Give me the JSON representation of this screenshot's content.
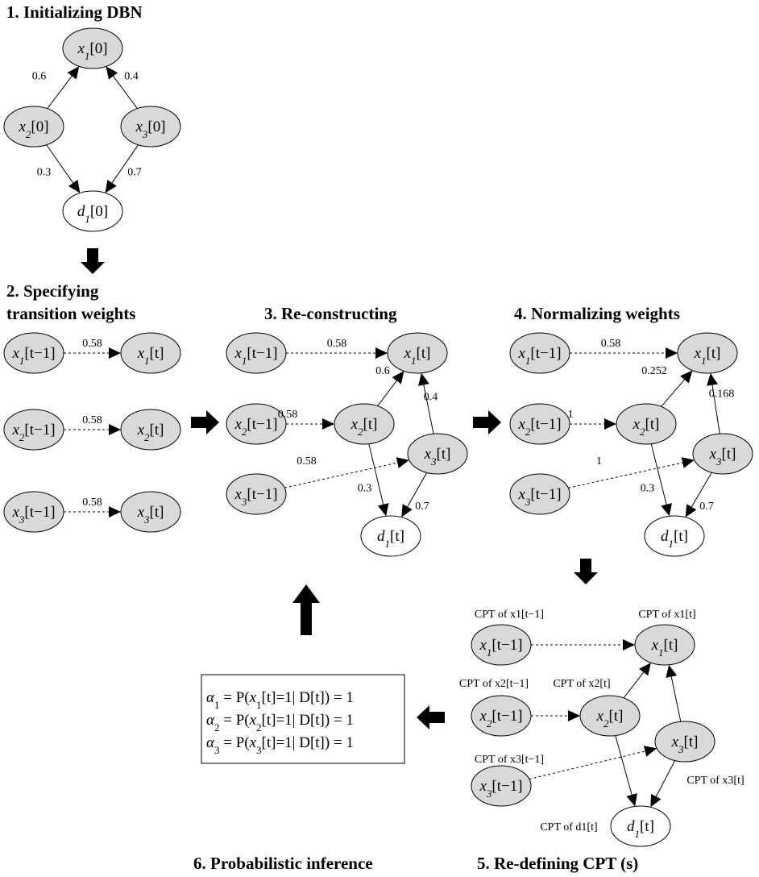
{
  "steps": {
    "s1": "1. Initializing DBN",
    "s2a": "2. Specifying",
    "s2b": "transition weights",
    "s3": "3. Re-constructing",
    "s4": "4. Normalizing weights",
    "s5": "5. Re-defining CPT (s)",
    "s6": "6. Probabilistic inference"
  },
  "panel1": {
    "nodes": [
      {
        "id": "x1",
        "label": "x1[0]",
        "shaded": true
      },
      {
        "id": "x2",
        "label": "x2[0]",
        "shaded": true
      },
      {
        "id": "x3",
        "label": "x3[0]",
        "shaded": true
      },
      {
        "id": "d1",
        "label": "d1[0]",
        "shaded": false
      }
    ],
    "edges": [
      {
        "from": "x2",
        "to": "x1",
        "weight": "0.6"
      },
      {
        "from": "x3",
        "to": "x1",
        "weight": "0.4"
      },
      {
        "from": "x2",
        "to": "d1",
        "weight": "0.3"
      },
      {
        "from": "x3",
        "to": "d1",
        "weight": "0.7"
      }
    ]
  },
  "panel2": {
    "rows": [
      {
        "from": "x1[t−1]",
        "to": "x1[t]",
        "weight": "0.58"
      },
      {
        "from": "x2[t−1]",
        "to": "x2[t]",
        "weight": "0.58"
      },
      {
        "from": "x3[t−1]",
        "to": "x3[t]",
        "weight": "0.58"
      }
    ]
  },
  "panel3": {
    "nodes": [
      {
        "id": "x1p",
        "label": "x1[t−1]",
        "shaded": true
      },
      {
        "id": "x2p",
        "label": "x2[t−1]",
        "shaded": true
      },
      {
        "id": "x3p",
        "label": "x3[t−1]",
        "shaded": true
      },
      {
        "id": "x1",
        "label": "x1[t]",
        "shaded": true
      },
      {
        "id": "x2",
        "label": "x2[t]",
        "shaded": true
      },
      {
        "id": "x3",
        "label": "x3[t]",
        "shaded": true
      },
      {
        "id": "d1",
        "label": "d1[t]",
        "shaded": false
      }
    ],
    "edges": [
      {
        "from": "x1p",
        "to": "x1",
        "weight": "0.58",
        "dashed": true
      },
      {
        "from": "x2p",
        "to": "x2",
        "weight": "0.58",
        "dashed": true
      },
      {
        "from": "x3p",
        "to": "x3",
        "weight": "0.58",
        "dashed": true
      },
      {
        "from": "x2",
        "to": "x1",
        "weight": "0.6",
        "dashed": false
      },
      {
        "from": "x3",
        "to": "x1",
        "weight": "0.4",
        "dashed": false
      },
      {
        "from": "x2",
        "to": "d1",
        "weight": "0.3",
        "dashed": false
      },
      {
        "from": "x3",
        "to": "d1",
        "weight": "0.7",
        "dashed": false
      }
    ]
  },
  "panel4": {
    "nodes": [
      {
        "id": "x1p",
        "label": "x1[t−1]",
        "shaded": true
      },
      {
        "id": "x2p",
        "label": "x2[t−1]",
        "shaded": true
      },
      {
        "id": "x3p",
        "label": "x3[t−1]",
        "shaded": true
      },
      {
        "id": "x1",
        "label": "x1[t]",
        "shaded": true
      },
      {
        "id": "x2",
        "label": "x2[t]",
        "shaded": true
      },
      {
        "id": "x3",
        "label": "x3[t]",
        "shaded": true
      },
      {
        "id": "d1",
        "label": "d1[t]",
        "shaded": false
      }
    ],
    "edges": [
      {
        "from": "x1p",
        "to": "x1",
        "weight": "0.58",
        "dashed": true
      },
      {
        "from": "x2p",
        "to": "x2",
        "weight": "1",
        "dashed": true
      },
      {
        "from": "x3p",
        "to": "x3",
        "weight": "1",
        "dashed": true
      },
      {
        "from": "x2",
        "to": "x1",
        "weight": "0.252",
        "dashed": false
      },
      {
        "from": "x3",
        "to": "x1",
        "weight": "0.168",
        "dashed": false
      },
      {
        "from": "x2",
        "to": "d1",
        "weight": "0.3",
        "dashed": false
      },
      {
        "from": "x3",
        "to": "d1",
        "weight": "0.7",
        "dashed": false
      }
    ]
  },
  "panel5": {
    "nodes": [
      {
        "id": "x1p",
        "label": "x1[t−1]",
        "shaded": true
      },
      {
        "id": "x2p",
        "label": "x2[t−1]",
        "shaded": true
      },
      {
        "id": "x3p",
        "label": "x3[t−1]",
        "shaded": true
      },
      {
        "id": "x1",
        "label": "x1[t]",
        "shaded": true
      },
      {
        "id": "x2",
        "label": "x2[t]",
        "shaded": true
      },
      {
        "id": "x3",
        "label": "x3[t]",
        "shaded": true
      },
      {
        "id": "d1",
        "label": "d1[t]",
        "shaded": false
      }
    ],
    "cpt_labels": {
      "x1p": "CPT of x1[t−1]",
      "x2p": "CPT of x2[t−1]",
      "x3p": "CPT of x3[t−1]",
      "x1": "CPT of x1[t]",
      "x2": "CPT of x2[t]",
      "x3": "CPT of x3[t]",
      "d1": "CPT of d1[t]"
    },
    "edges": [
      {
        "from": "x1p",
        "to": "x1",
        "dashed": true
      },
      {
        "from": "x2p",
        "to": "x2",
        "dashed": true
      },
      {
        "from": "x3p",
        "to": "x3",
        "dashed": true
      },
      {
        "from": "x2",
        "to": "x1",
        "dashed": false
      },
      {
        "from": "x3",
        "to": "x1",
        "dashed": false
      },
      {
        "from": "x2",
        "to": "d1",
        "dashed": false
      },
      {
        "from": "x3",
        "to": "d1",
        "dashed": false
      }
    ]
  },
  "inference": [
    "α1 = P(x1[t]=1| D[t]) = 1",
    "α2 = P(x2[t]=1| D[t]) = 1",
    "α3 = P(x3[t]=1| D[t]) = 1"
  ]
}
